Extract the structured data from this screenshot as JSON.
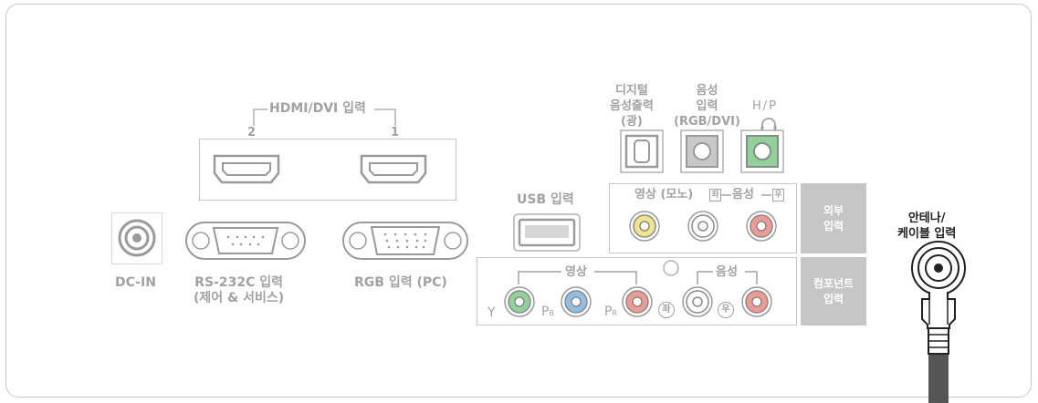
{
  "hdmi": {
    "group_label": "HDMI/DVI 입력",
    "port_2": "2",
    "port_1": "1"
  },
  "dc_in": {
    "label": "DC-IN"
  },
  "rs232": {
    "label_line1": "RS-232C 입력",
    "label_line2": "(제어 & 서비스)"
  },
  "rgb": {
    "label": "RGB 입력 (PC)"
  },
  "usb": {
    "label": "USB 입력"
  },
  "optical": {
    "line1": "디지털",
    "line2": "음성출력",
    "line3": "(광)"
  },
  "audio_in": {
    "line1": "음성",
    "line2": "입력",
    "line3": "(RGB/DVI)"
  },
  "headphone": {
    "label": "H/P"
  },
  "av_input": {
    "video_mono": "영상 (모노)",
    "left_badge": "좌",
    "audio": "음성",
    "right_badge": "우",
    "tab_line1": "외부",
    "tab_line2": "입력"
  },
  "component": {
    "video_label": "영상",
    "audio_label": "음성",
    "y": "Y",
    "pb": "P",
    "pb_sub": "B",
    "pr": "P",
    "pr_sub": "R",
    "left": "좌",
    "right": "우",
    "tab_line1": "컴포넌트",
    "tab_line2": "입력"
  },
  "antenna": {
    "line1": "안테나/",
    "line2": "케이블 입력"
  },
  "colors": {
    "panel_border": "#c8c8c8",
    "label_gray": "#a2a2a2",
    "yellow_jack": "#efe48a",
    "green_jack": "#8fd39a",
    "blue_jack": "#8fbfe4",
    "red_jack": "#ef9a92",
    "tab_gray": "#c6c6c6"
  }
}
